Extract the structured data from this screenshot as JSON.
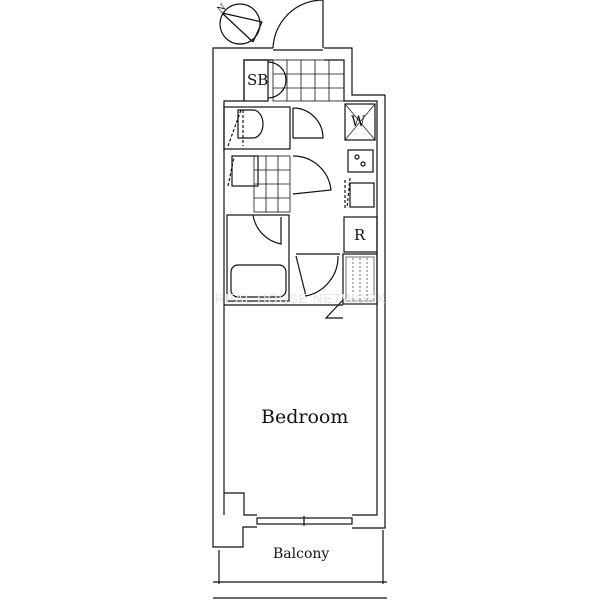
{
  "floor_plan": {
    "rooms": {
      "bedroom": "Bedroom",
      "balcony": "Balcony",
      "shoe_box": "SB",
      "washer": "W",
      "refrigerator": "R"
    },
    "compass": "N",
    "watermark": "REAL HOUSE NETWORK"
  },
  "colors": {
    "line": "#111111",
    "background": "#ffffff"
  }
}
